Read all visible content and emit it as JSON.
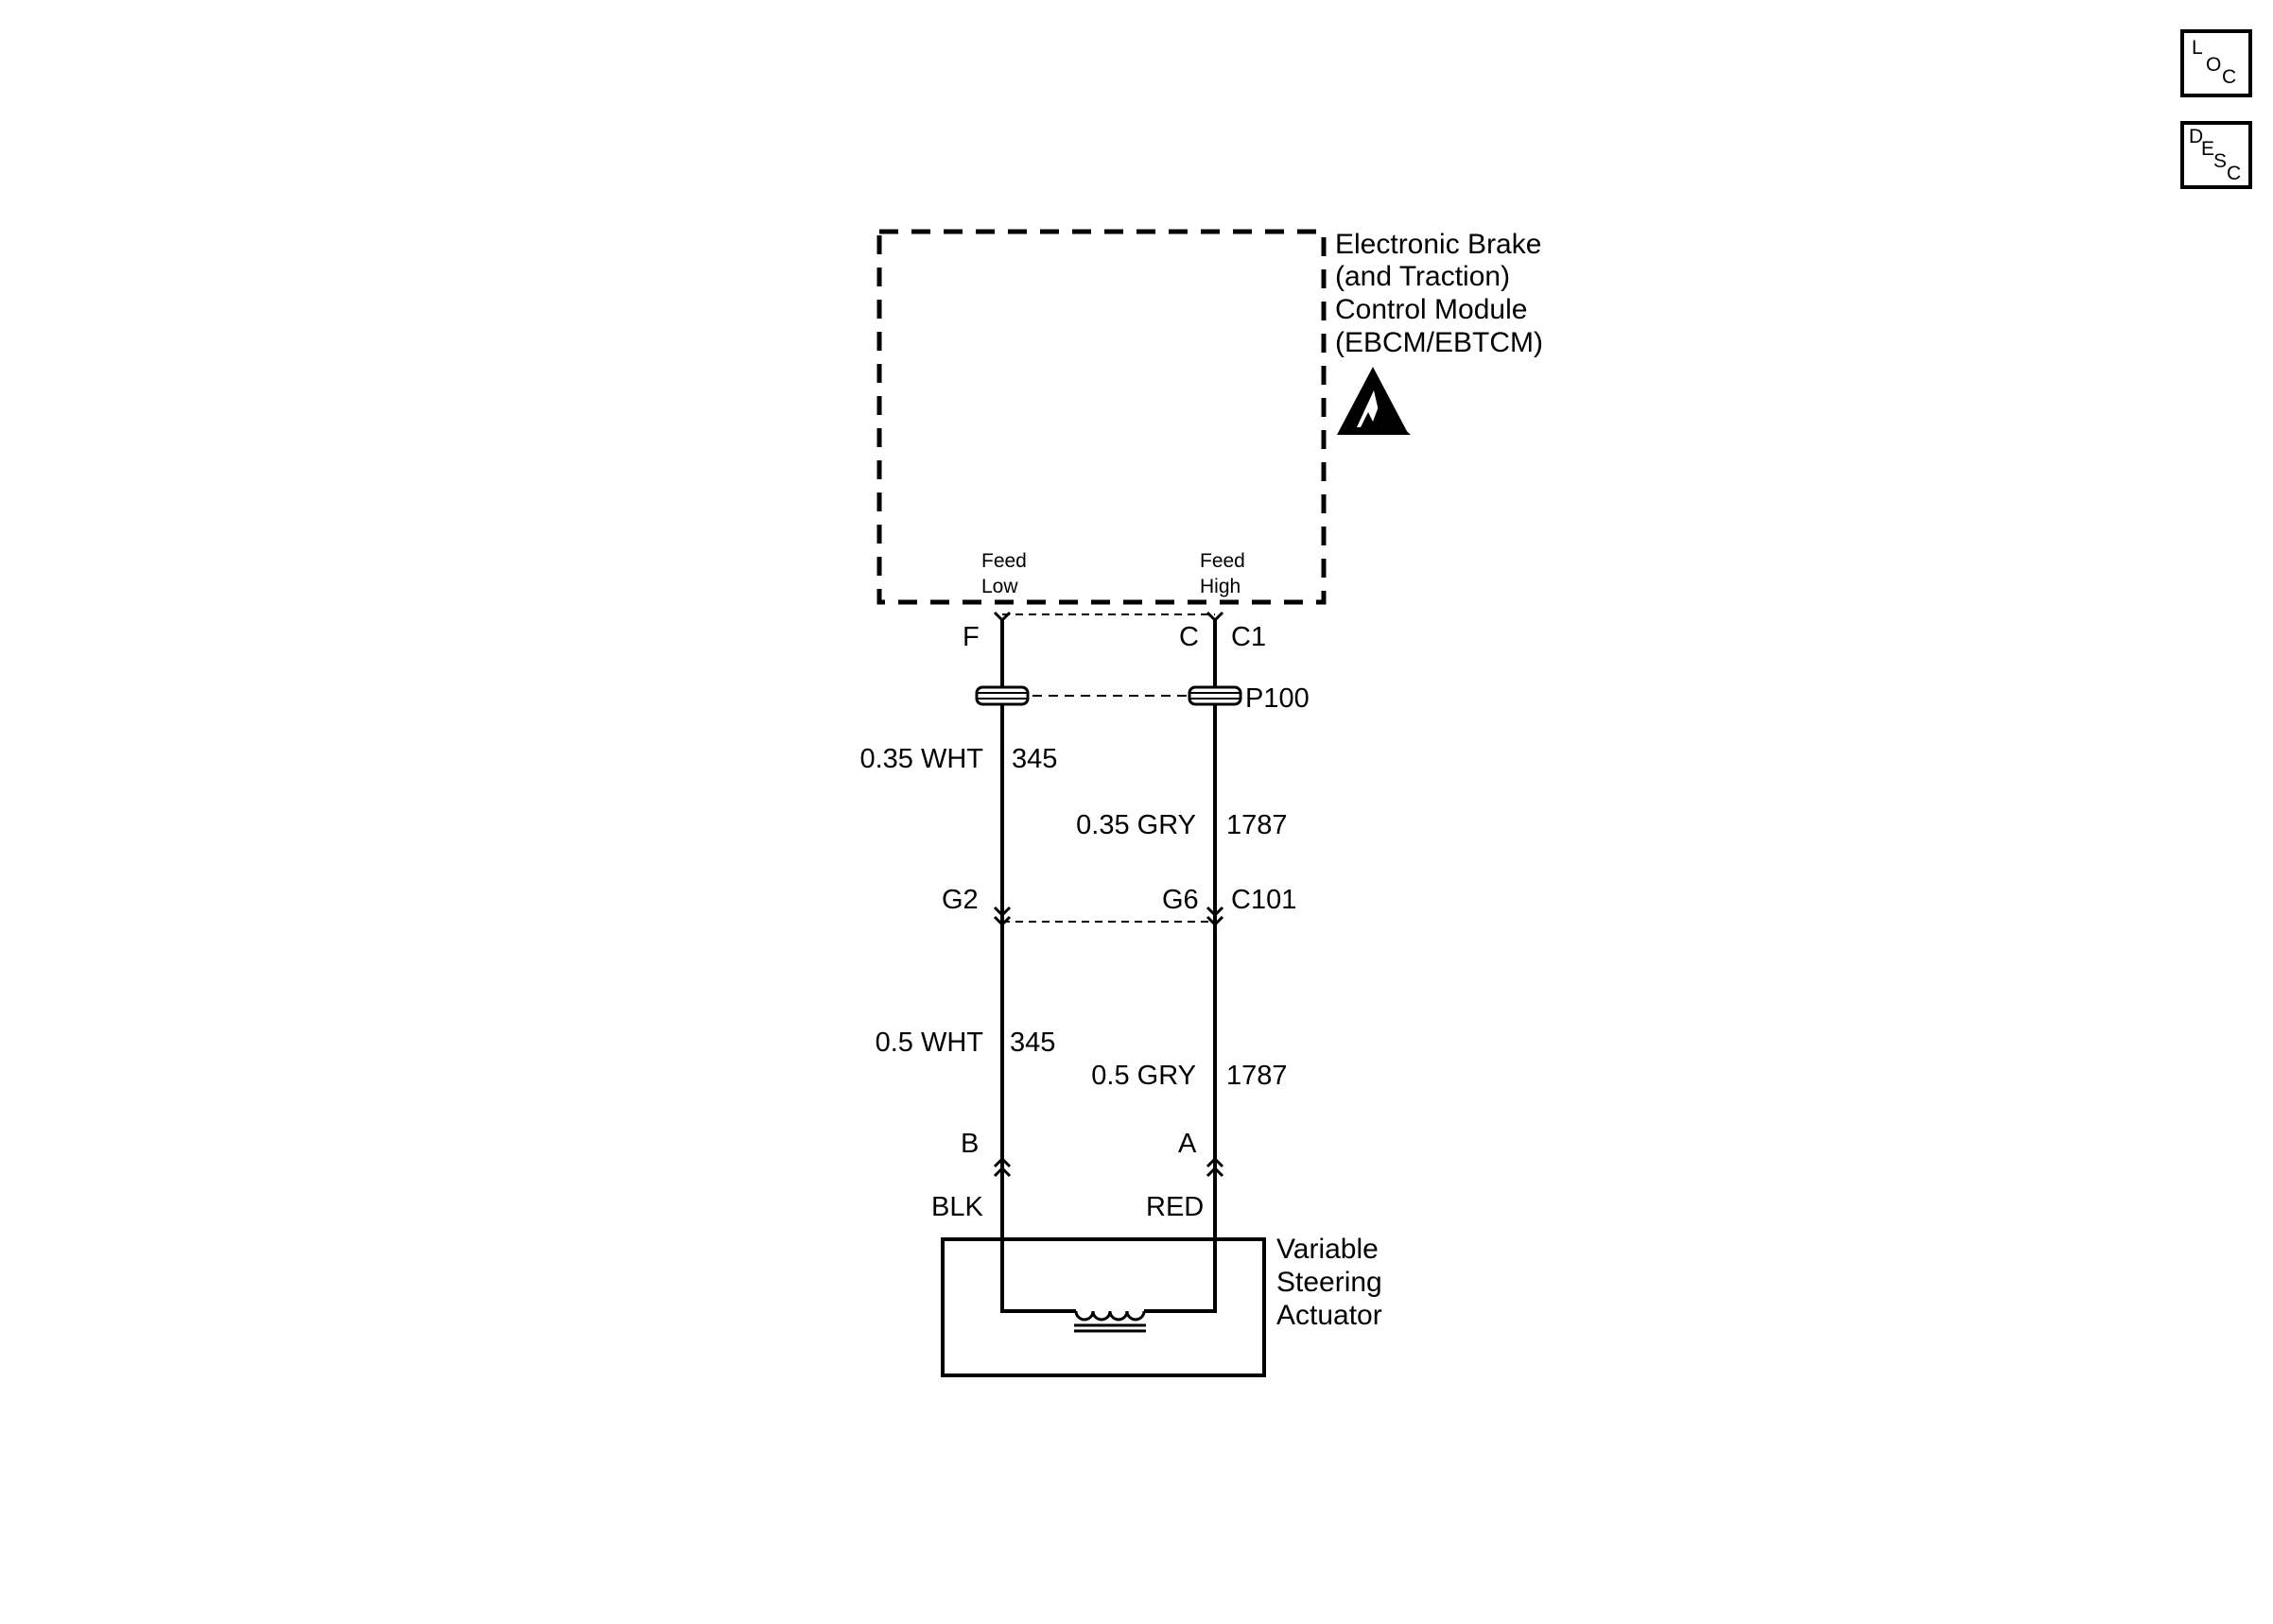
{
  "nav_icons": {
    "loc": {
      "icon": "loc-icon",
      "l1": "L",
      "l2": "O",
      "l3": "C"
    },
    "desc": {
      "icon": "desc-icon",
      "l1": "D",
      "l2": "E",
      "l3": "S",
      "l4": "C"
    }
  },
  "module": {
    "name_line1": "Electronic Brake",
    "name_line2": "(and Traction)",
    "name_line3": "Control Module",
    "name_line4": "(EBCM/EBTCM)",
    "esd_icon": "esd-warning-icon",
    "feed_low_line1": "Feed",
    "feed_low_line2": "Low",
    "feed_high_line1": "Feed",
    "feed_high_line2": "High"
  },
  "connectors": {
    "module_pin_low": "F",
    "module_pin_high": "C",
    "module_connector": "C1",
    "pass_through": "P100",
    "inline_pin_low": "G2",
    "inline_pin_high": "G6",
    "inline_connector": "C101",
    "actuator_pin_low": "B",
    "actuator_pin_high": "A",
    "actuator_lead_low": "BLK",
    "actuator_lead_high": "RED"
  },
  "wires": {
    "low_upper": {
      "gauge_color": "0.35 WHT",
      "circuit": "345"
    },
    "high_upper": {
      "gauge_color": "0.35 GRY",
      "circuit": "1787"
    },
    "low_lower": {
      "gauge_color": "0.5 WHT",
      "circuit": "345"
    },
    "high_lower": {
      "gauge_color": "0.5 GRY",
      "circuit": "1787"
    }
  },
  "actuator": {
    "name_line1": "Variable",
    "name_line2": "Steering",
    "name_line3": "Actuator",
    "coil_icon": "coil-icon"
  }
}
